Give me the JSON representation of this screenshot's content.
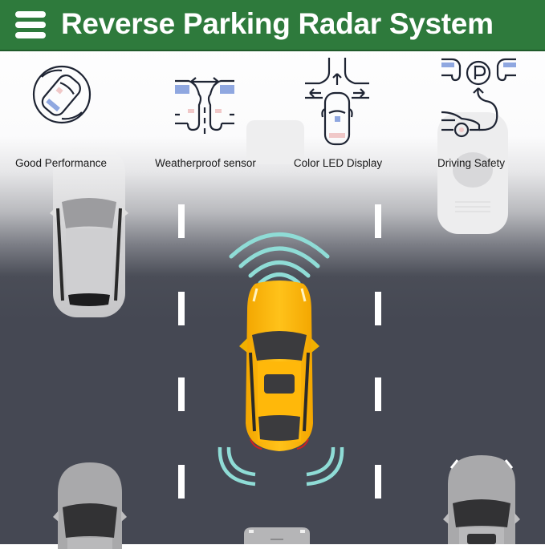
{
  "header": {
    "title": "Reverse Parking Radar System",
    "menu_icon": "hamburger-menu-icon",
    "background_color": "#2e7a3c"
  },
  "features": [
    {
      "label": "Good Performance",
      "icon": "car-rotating-circle-icon"
    },
    {
      "label": "Weatherproof sensor",
      "icon": "cars-distance-arrows-icon"
    },
    {
      "label": "Color LED Display",
      "icon": "car-intersection-arrows-icon"
    },
    {
      "label": "Driving Safety",
      "icon": "parking-route-icon"
    }
  ],
  "scene": {
    "description": "Top-down road illustration with yellow car emitting radar waves, surrounded by grey cars",
    "main_car_color": "#ffb400",
    "radar_wave_color": "#8fdcd6",
    "road_color": "#454853",
    "lane_marking_color": "#ffffff"
  }
}
